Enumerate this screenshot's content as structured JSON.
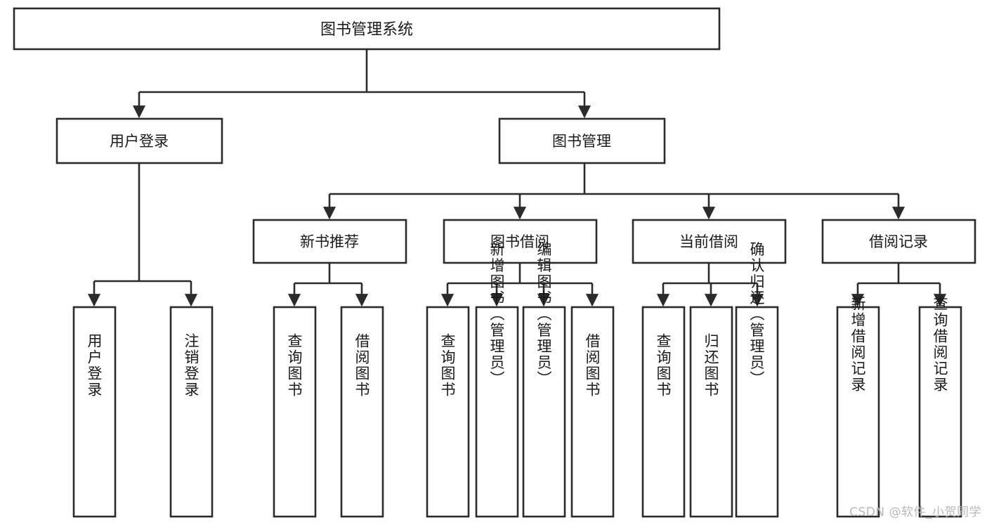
{
  "diagram": {
    "type": "tree-hierarchy",
    "title": "图书管理系统",
    "watermark": "CSDN @软件_小贺同学",
    "colors": {
      "stroke": "#2b2b2b",
      "fill": "#ffffff",
      "text": "#1a1a1a",
      "watermark": "#b9b9b9",
      "background": "#ffffff"
    },
    "levels": {
      "root": {
        "label": "图书管理系统"
      },
      "level2": [
        {
          "label": "用户登录"
        },
        {
          "label": "图书管理"
        }
      ],
      "level3": [
        {
          "label": "新书推荐"
        },
        {
          "label": "图书借阅"
        },
        {
          "label": "当前借阅"
        },
        {
          "label": "借阅记录"
        }
      ],
      "level4": [
        {
          "label": "用户登录",
          "parent": "用户登录"
        },
        {
          "label": "注销登录",
          "parent": "用户登录"
        },
        {
          "label": "查询图书",
          "parent": "新书推荐"
        },
        {
          "label": "借阅图书",
          "parent": "新书推荐"
        },
        {
          "label": "查询图书",
          "parent": "图书借阅"
        },
        {
          "label": "新增图书（管理员）",
          "parent": "图书借阅"
        },
        {
          "label": "编辑图书（管理员）",
          "parent": "图书借阅"
        },
        {
          "label": "借阅图书",
          "parent": "图书借阅"
        },
        {
          "label": "查询图书",
          "parent": "当前借阅"
        },
        {
          "label": "归还图书",
          "parent": "当前借阅"
        },
        {
          "label": "确认归还（管理员）",
          "parent": "当前借阅"
        },
        {
          "label": "新增借阅记录",
          "parent": "借阅记录"
        },
        {
          "label": "查询借阅记录",
          "parent": "借阅记录"
        }
      ]
    }
  }
}
